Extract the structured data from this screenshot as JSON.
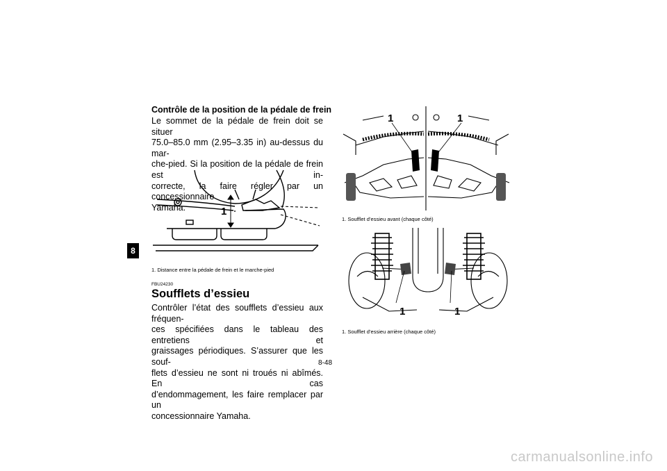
{
  "chapter_tab": "8",
  "brake_section": {
    "title": "Contrôle de la position de la pédale de frein",
    "paragraph_lines": [
      "Le sommet de la pédale de frein doit se situer",
      "75.0–85.0 mm (2.95–3.35 in) au-dessus du mar-",
      "che-pied. Si la position de la pédale de frein est in-",
      "correcte, la faire régler par un concessionnaire",
      "Yamaha."
    ],
    "figure_label": "1",
    "figure_caption": "1.  Distance entre la pédale de frein et le marche-pied"
  },
  "axle_section": {
    "code": "FBU24230",
    "title": "Soufflets d’essieu",
    "paragraph_lines": [
      "Contrôler l’état des soufflets d’essieu aux fréquen-",
      "ces spécifiées dans le tableau des entretiens et",
      "graissages périodiques. S’assurer que les souf-",
      "flets d’essieu ne sont ni troués ni abîmés. En cas",
      "d’endommagement, les faire remplacer par un",
      "concessionnaire Yamaha."
    ]
  },
  "front_figure": {
    "label_left": "1",
    "label_right": "1",
    "caption": "1.  Soufflet d’essieu avant (chaque côté)"
  },
  "rear_figure": {
    "label_left": "1",
    "label_right": "1",
    "caption": "1.  Soufflet d’essieu arrière (chaque côté)"
  },
  "page_number": "8-48",
  "watermark": "carmanualsonline.info"
}
